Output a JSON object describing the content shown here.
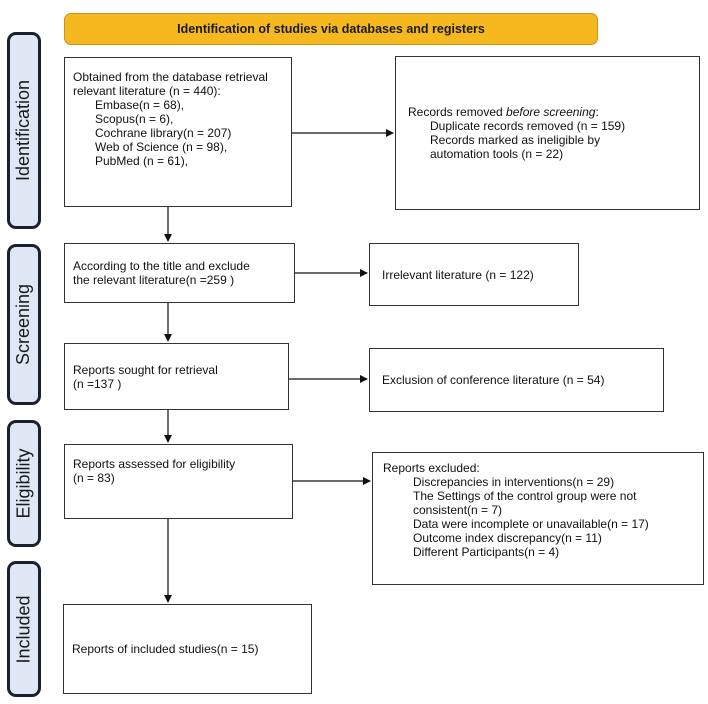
{
  "header": {
    "title": "Identification of studies via databases and registers"
  },
  "stages": {
    "identification": "Identification",
    "screening": "Screening",
    "eligibility": "Eligibility",
    "included": "Included"
  },
  "identification_box": {
    "lines": [
      "Obtained from the database retrieval",
      "relevant literature (n = 440):",
      "Embase(n = 68),",
      "Scopus(n = 6),",
      "Cochrane library(n = 207)",
      "Web of Science (n = 98),",
      "PubMed (n = 61),"
    ]
  },
  "removed_box": {
    "prefix": "Records removed ",
    "emphasis": "before screening",
    "suffix": ":",
    "lines": [
      "Duplicate records removed  (n = 159)",
      "Records marked as ineligible by",
      "automation tools (n = 22)"
    ]
  },
  "screening_box": {
    "lines": [
      "According to the title and exclude",
      "the relevant literature(n =259 )"
    ]
  },
  "irrelevant_box": {
    "text": "Irrelevant literature (n = 122)"
  },
  "sought_box": {
    "lines": [
      "Reports sought for retrieval",
      "(n =137 )"
    ]
  },
  "conference_box": {
    "text": "Exclusion of conference literature (n = 54)"
  },
  "assessed_box": {
    "lines": [
      "Reports assessed for eligibility",
      "(n = 83)"
    ]
  },
  "excluded_box": {
    "title": "Reports excluded:",
    "lines": [
      "Discrepancies in interventions(n = 29)",
      "The Settings of the control group were not",
      "consistent(n = 7)",
      "Data were incomplete or unavailable(n = 17)",
      "Outcome index discrepancy(n = 11)",
      "Different Participants(n = 4)"
    ]
  },
  "included_box": {
    "text": "Reports of included studies(n = 15)"
  },
  "colors": {
    "header_fill": "#f5b81f",
    "stage_fill": "#dfe7f4",
    "stage_border": "#1c1f2e",
    "box_border": "#333333"
  }
}
